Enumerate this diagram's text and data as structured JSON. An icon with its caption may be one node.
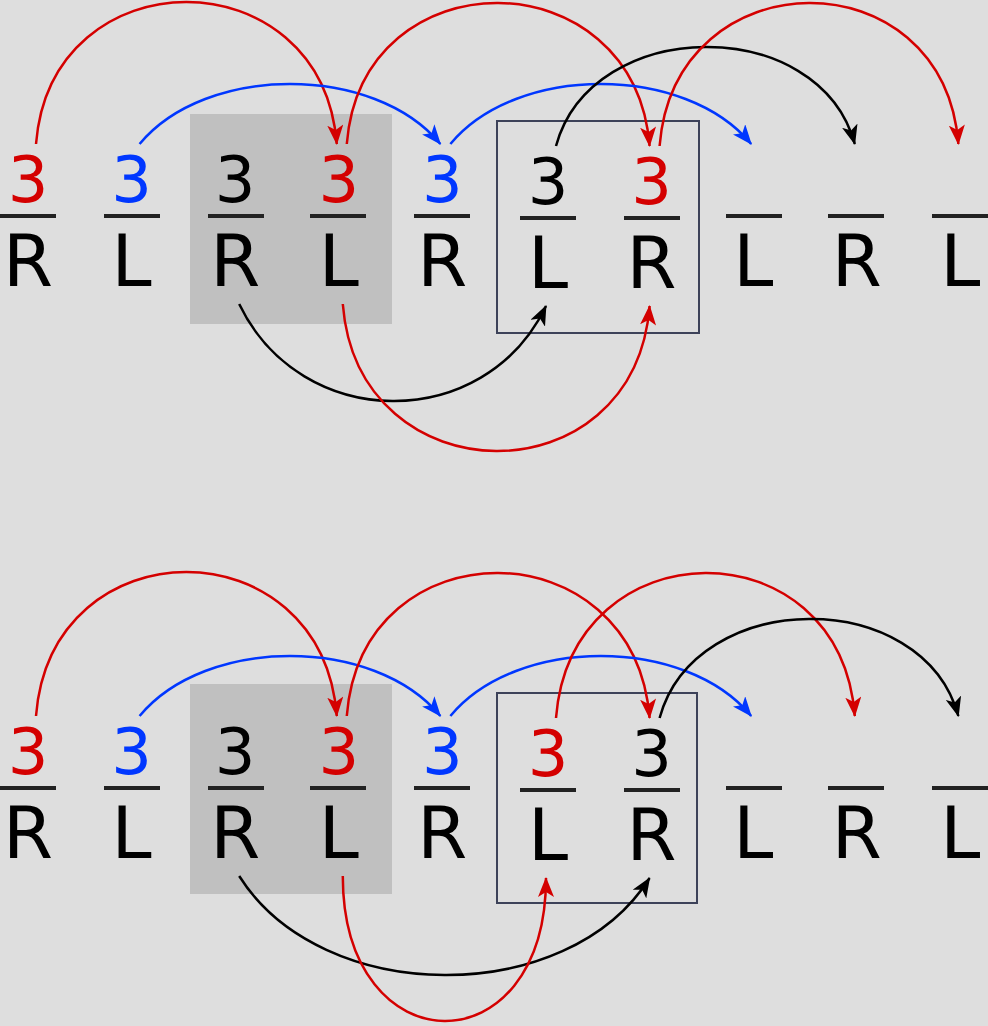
{
  "diagram": {
    "nodes": [
      {
        "text": [
          "3",
          "R"
        ]
      },
      {
        "text": [
          "3",
          "L"
        ]
      },
      {
        "text": [],
        "shape": "box"
      },
      {
        "text": [
          "3",
          "R"
        ],
        "in": 2
      },
      {
        "text": [
          "3",
          "L"
        ],
        "in": 2
      },
      {
        "text": [
          "3",
          "R"
        ]
      },
      {
        "text": [],
        "shape": "box"
      },
      {
        "text": [
          "3",
          "L"
        ],
        "in": 6
      },
      {
        "text": [
          "3",
          "R"
        ],
        "in": 6
      },
      {
        "text": [
          "L"
        ]
      },
      {
        "text": [
          "R"
        ]
      },
      {
        "text": [
          "L"
        ]
      },
      {
        "text": [
          "3",
          "R"
        ]
      },
      {
        "text": [
          "3",
          "L"
        ]
      },
      {
        "text": [],
        "shape": "box"
      },
      {
        "text": [
          "3",
          "R"
        ],
        "in": 14
      },
      {
        "text": [
          "3",
          "L"
        ],
        "in": 14
      },
      {
        "text": [
          "3",
          "R"
        ]
      },
      {
        "text": [],
        "shape": "box"
      },
      {
        "text": [
          "3",
          "L"
        ],
        "in": 18
      },
      {
        "text": [
          "3",
          "R"
        ],
        "in": 18
      },
      {
        "text": [
          "L"
        ]
      },
      {
        "text": [
          "R"
        ]
      },
      {
        "text": [
          "L"
        ]
      }
    ],
    "edges": [
      {
        "from": 0,
        "to": 4,
        "arrow": "to",
        "color": "#d40000"
      },
      {
        "from": 1,
        "to": 5,
        "arrow": "to",
        "color": "#0037ff"
      },
      {
        "from": 3,
        "to": 7,
        "arrow": "to",
        "color": "#000000"
      },
      {
        "from": 4,
        "to": 8,
        "arrow": "to",
        "color": "#d40000"
      },
      {
        "from": 4,
        "to": 8,
        "arrow": "to",
        "color": "#d40000"
      },
      {
        "from": 5,
        "to": 9,
        "arrow": "to",
        "color": "#0037ff"
      },
      {
        "from": 7,
        "to": 10,
        "arrow": "to",
        "color": "#000000"
      },
      {
        "from": 8,
        "to": 11,
        "arrow": "to",
        "color": "#d40000"
      },
      {
        "from": 12,
        "to": 16,
        "arrow": "to",
        "color": "#d40000"
      },
      {
        "from": 13,
        "to": 17,
        "arrow": "to",
        "color": "#0037ff"
      },
      {
        "from": 15,
        "to": 20,
        "arrow": "to",
        "color": "#000000"
      },
      {
        "from": 16,
        "to": 20,
        "arrow": "to",
        "color": "#d40000"
      },
      {
        "from": 16,
        "to": 19,
        "arrow": "to",
        "color": "#d40000"
      },
      {
        "from": 17,
        "to": 21,
        "arrow": "to",
        "color": "#0037ff"
      },
      {
        "from": 19,
        "to": 22,
        "arrow": "to",
        "color": "#d40000"
      },
      {
        "from": 20,
        "to": 23,
        "arrow": "to",
        "color": "#000000"
      }
    ]
  }
}
